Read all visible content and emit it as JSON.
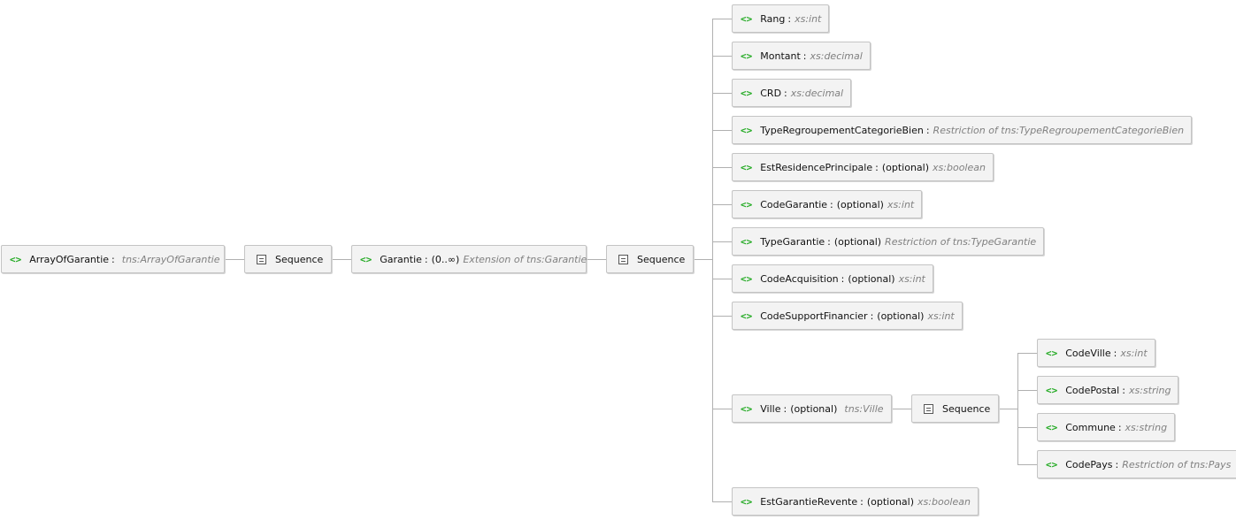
{
  "root": {
    "name": "ArrayOfGarantie",
    "type": "tns:ArrayOfGarantie"
  },
  "sequence_label": "Sequence",
  "garantie": {
    "name": "Garantie",
    "occurs": "(0..∞)",
    "type": "Extension of tns:Garantie"
  },
  "children": [
    {
      "name": "Rang",
      "occurs": "",
      "type": "xs:int"
    },
    {
      "name": "Montant",
      "occurs": "",
      "type": "xs:decimal"
    },
    {
      "name": "CRD",
      "occurs": "",
      "type": "xs:decimal"
    },
    {
      "name": "TypeRegroupementCategorieBien",
      "occurs": "",
      "type": "Restriction of tns:TypeRegroupementCategorieBien"
    },
    {
      "name": "EstResidencePrincipale",
      "occurs": "(optional)",
      "type": "xs:boolean"
    },
    {
      "name": "CodeGarantie",
      "occurs": "(optional)",
      "type": "xs:int"
    },
    {
      "name": "TypeGarantie",
      "occurs": "(optional)",
      "type": "Restriction of tns:TypeGarantie"
    },
    {
      "name": "CodeAcquisition",
      "occurs": "(optional)",
      "type": "xs:int"
    },
    {
      "name": "CodeSupportFinancier",
      "occurs": "(optional)",
      "type": "xs:int"
    },
    {
      "name": "Ville",
      "occurs": "(optional)",
      "type": "tns:Ville"
    },
    {
      "name": "EstGarantieRevente",
      "occurs": "(optional)",
      "type": "xs:boolean"
    }
  ],
  "ville_children": [
    {
      "name": "CodeVille",
      "type": "xs:int"
    },
    {
      "name": "CodePostal",
      "type": "xs:string"
    },
    {
      "name": "Commune",
      "type": "xs:string"
    },
    {
      "name": "CodePays",
      "type": "Restriction of tns:Pays"
    }
  ],
  "element_icon": "<>",
  "sep": ":",
  "colors": {
    "element_icon": "#22aa22",
    "type_text": "#808080",
    "wire": "#b0b0b0",
    "node_bg": "#f3f3f3"
  }
}
